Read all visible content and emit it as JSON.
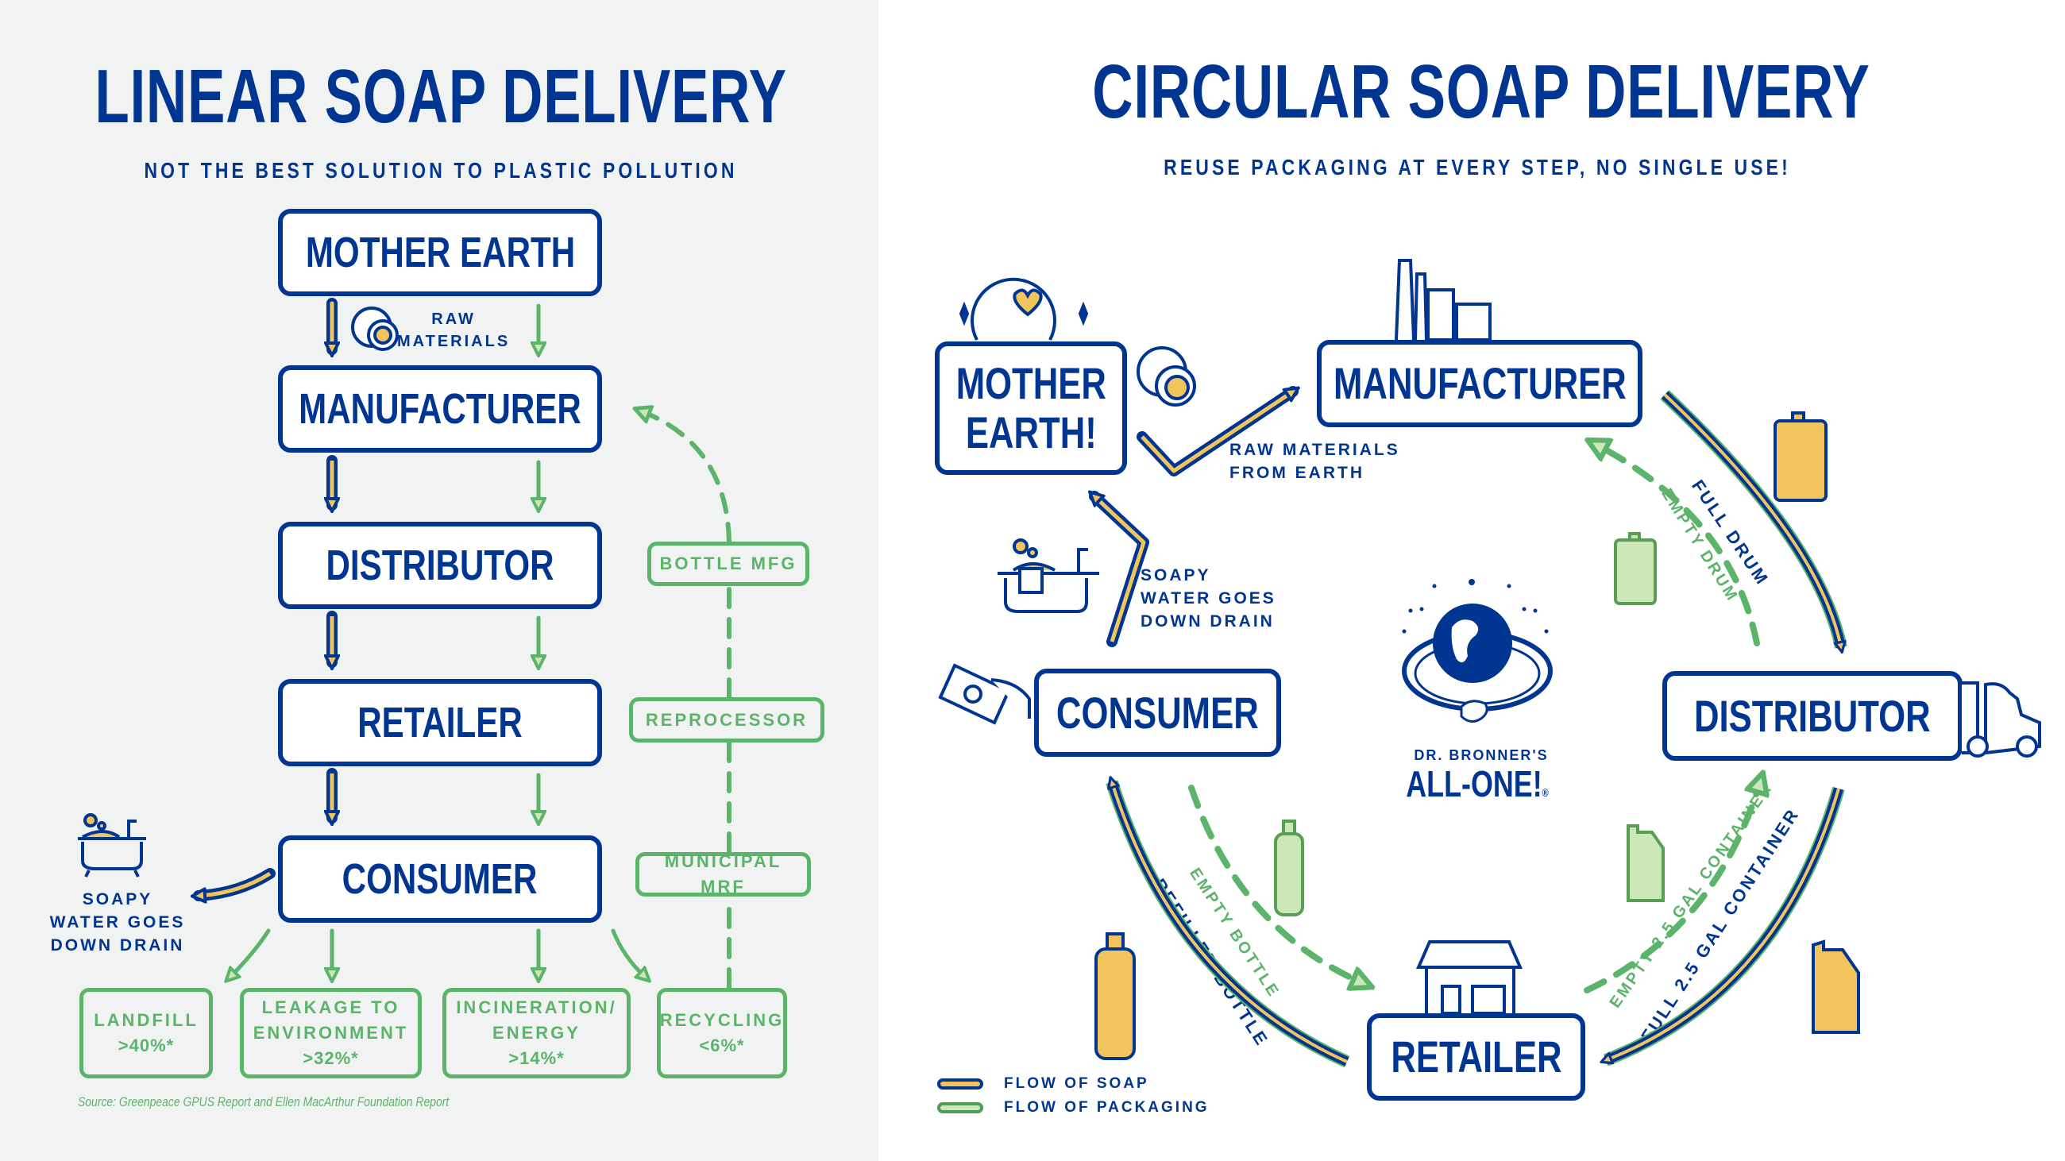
{
  "colors": {
    "navy": "#003591",
    "soap_yellow": "#f2c45c",
    "packaging_green": "#5cb46a",
    "packaging_light_green": "#cde8b8",
    "left_background": "#f1f2f2",
    "right_background": "#ffffff"
  },
  "linear": {
    "title": "LINEAR SOAP DELIVERY",
    "subtitle": "NOT THE BEST SOLUTION TO PLASTIC POLLUTION",
    "steps": [
      "MOTHER EARTH",
      "MANUFACTURER",
      "DISTRIBUTOR",
      "RETAILER",
      "CONSUMER"
    ],
    "raw_materials_label": "RAW\nMATERIALS",
    "recycling_chain": [
      "BOTTLE MFG",
      "REPROCESSOR",
      "MUNICIPAL MRF"
    ],
    "drain_label": "SOAPY\nWATER GOES\nDOWN DRAIN",
    "outcomes": [
      {
        "label": "LANDFILL",
        "value": ">40%*"
      },
      {
        "label": "LEAKAGE TO\nENVIRONMENT",
        "value": ">32%*"
      },
      {
        "label": "INCINERATION/\nENERGY",
        "value": ">14%*"
      },
      {
        "label": "RECYCLING",
        "value": "<6%*"
      }
    ],
    "source": "Source: Greenpeace GPUS Report  and Ellen MacArthur Foundation Report"
  },
  "circular": {
    "title": "CIRCULAR SOAP DELIVERY",
    "subtitle": "REUSE PACKAGING AT EVERY STEP, NO SINGLE USE!",
    "nodes": {
      "mother_earth": "MOTHER\nEARTH!",
      "manufacturer": "MANUFACTURER",
      "distributor": "DISTRIBUTOR",
      "retailer": "RETAILER",
      "consumer": "CONSUMER"
    },
    "flows": {
      "raw_materials": "RAW MATERIALS\nFROM EARTH",
      "full_drum": "FULL DRUM",
      "empty_drum": "EMPTY DRUM",
      "full_container": "FULL 2.5 GAL CONTAINER",
      "empty_container": "EMPTY 2.5 GAL CONTAINER",
      "refilled_bottle": "REFILLED BOTTLE",
      "empty_bottle": "EMPTY BOTTLE",
      "drain": "SOAPY\nWATER GOES\nDOWN DRAIN"
    },
    "brand": {
      "small": "DR. BRONNER'S",
      "big": "ALL-ONE!",
      "mark": "®"
    },
    "legend": [
      {
        "label": "FLOW OF SOAP",
        "fill": "#f2c45c",
        "stroke": "#003591"
      },
      {
        "label": "FLOW OF PACKAGING",
        "fill": "#cde8b8",
        "stroke": "#4f9e55"
      }
    ]
  }
}
